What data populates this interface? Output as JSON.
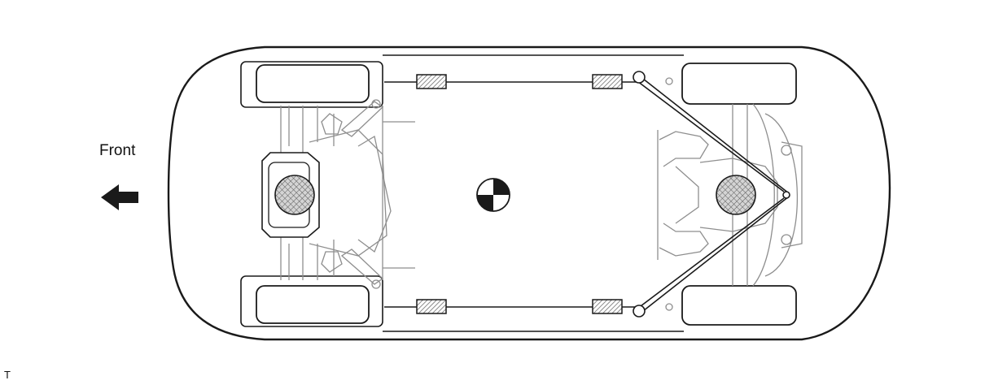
{
  "diagram": {
    "front_label": "Front",
    "corner_label": "T",
    "colors": {
      "line": "#1a1a1a",
      "detail": "#9a9a9a",
      "hatch": "#7d7d7d",
      "fill": "#ffffff"
    },
    "icons": [
      "front-arrow-icon",
      "center-of-gravity-icon",
      "jack-point-hatched",
      "axle-center-hatched"
    ]
  }
}
